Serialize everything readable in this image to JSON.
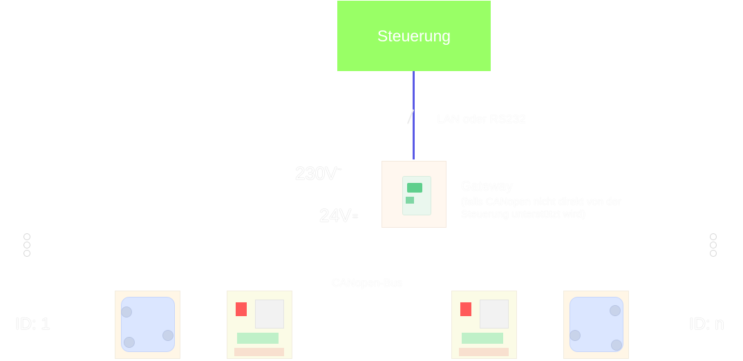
{
  "controller": {
    "label": "Steuerung"
  },
  "link": {
    "label": "LAN oder RS232"
  },
  "power": {
    "ac": "230V",
    "ac_symbol": "~",
    "dc": "24V",
    "dc_symbol": "="
  },
  "gateway": {
    "title": "Gateway",
    "description": "(falls CANopen nicht direkt von der Steuerung unterstützt wird)"
  },
  "bus": {
    "label": "CANopen-Bus"
  },
  "devices": {
    "first_id": "ID: 1",
    "last_id": "ID: n"
  },
  "colors": {
    "controller_fill": "#99ff66",
    "link_line": "#5a5ae6"
  }
}
